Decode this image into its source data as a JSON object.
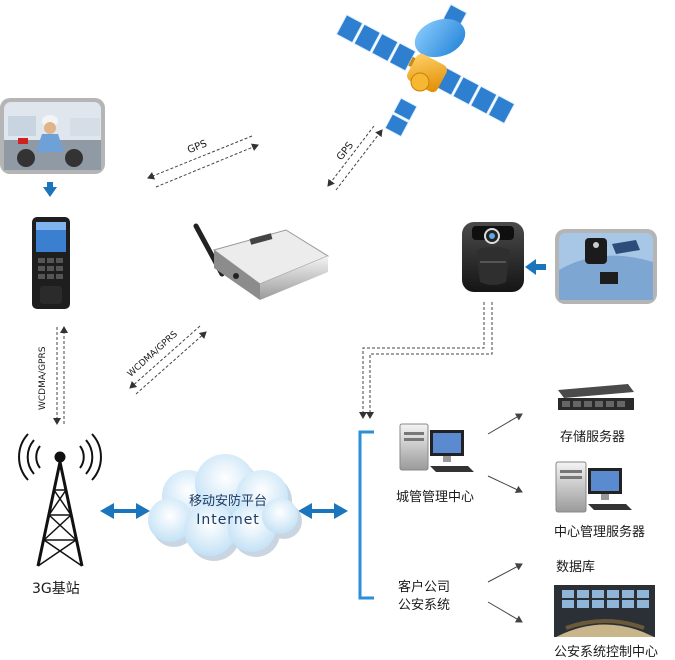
{
  "labels": {
    "gps_left": "GPS",
    "gps_right": "GPS",
    "wcdma_vertical": "WCDMA/GPRS",
    "wcdma_diagonal": "WCDMA/GPRS",
    "base_station": "3G基站",
    "cloud_line1": "移动安防平台",
    "cloud_line2": "Internet",
    "city_center": "城管管理中心",
    "client_company": "客户公司",
    "public_security": "公安系统",
    "storage_server": "存储服务器",
    "central_server": "中心管理服务器",
    "database": "数据库",
    "control_center": "公安系统控制中心"
  },
  "colors": {
    "arrow_blue": "#1b75bc",
    "bracket_blue": "#2a8fd8",
    "cloud_light": "#e3f1fb",
    "cloud_mid": "#b9dcf4",
    "satellite_gold": "#f2a81d",
    "panel_blue": "#2f7fd0"
  },
  "icons": [
    "satellite-icon",
    "officer-photo",
    "handheld-terminal-icon",
    "router-icon",
    "body-camera-icon",
    "shoulder-camera-photo",
    "cell-tower-icon",
    "cloud-icon",
    "computer-icon",
    "server-rack-icon",
    "tower-server-icon",
    "control-room-photo"
  ]
}
